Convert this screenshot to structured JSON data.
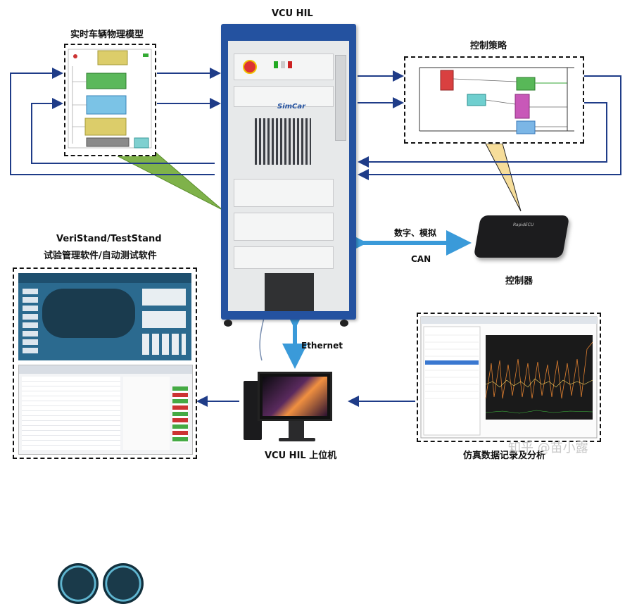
{
  "labels": {
    "vcu_hil_title": "VCU HIL",
    "vehicle_model": "实时车辆物理模型",
    "control_strategy": "控制策略",
    "software_line1": "VeriStand/TestStand",
    "software_line2": "试验管理软件/自动测试软件",
    "io_digital_analog": "数字、模拟",
    "io_can": "CAN",
    "controller": "控制器",
    "ethernet": "Ethernet",
    "host_pc": "VCU HIL 上位机",
    "sim_logging": "仿真数据记录及分析"
  },
  "cabinet": {
    "brand": "SimCar"
  },
  "ecu": {
    "brand": "RapidECU"
  },
  "watermark": "知乎 @苗小露",
  "colors": {
    "arrow": "#1f3c88",
    "cabinet": "#2452a0",
    "double_arrow": "#3a9ad9",
    "callout_green": "#7fb24a",
    "callout_yellow": "#f6dd9a"
  }
}
